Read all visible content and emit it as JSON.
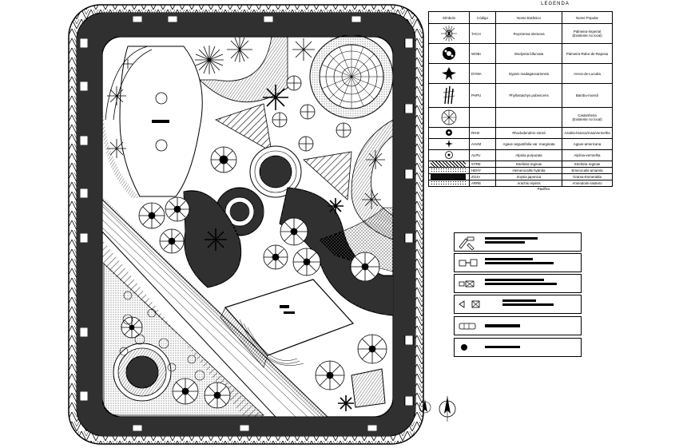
{
  "legend": {
    "title": "LEGENDA",
    "headers": {
      "symbol": "Símbolo",
      "code": "Código",
      "botanical": "Nome Botânico",
      "popular": "Nome Popular"
    },
    "rows": [
      {
        "code": "TACH",
        "botanical": "Roystonea oleracea",
        "popular": [
          "Palmeira-imperial",
          "(Existente no local)"
        ],
        "icon": "palm-star-icon"
      },
      {
        "code": "WOBI",
        "botanical": "Wodyetia bifurcata",
        "popular": [
          "Palmeira-Rabo-de-Raposa"
        ],
        "icon": "palm-cluster-icon"
      },
      {
        "code": "DYMA",
        "botanical": "Dypsis madagascariensis",
        "popular": [
          "Areca-de-Lucuba"
        ],
        "icon": "palm-leaf-icon"
      },
      {
        "code": "PHPU",
        "botanical": "Phyllostachys pubescens",
        "popular": [
          "Bambu-mossô"
        ],
        "icon": "bamboo-icon"
      },
      {
        "code": "",
        "botanical": "",
        "popular": [
          "Castanheira",
          "(Existente no local)"
        ],
        "icon": "tree-spoke-icon"
      },
      {
        "code": "RHSI",
        "botanical": "Rhododendron simsii",
        "popular": [
          "Azaléa-branca/rosa/vermelha"
        ],
        "icon": "shrub-icon"
      },
      {
        "code": "AAVM",
        "botanical": "Agave angustifolia var. marginata",
        "popular": [
          "Agave-americana"
        ],
        "icon": "agave-icon"
      },
      {
        "code": "ALPU",
        "botanical": "Alpinia purpurata",
        "popular": [
          "Alpínia-vermelha"
        ],
        "icon": "alpinia-icon"
      },
      {
        "code": "STRE",
        "botanical": "Strelitzia reginae",
        "popular": [
          "Strelitzia reginae"
        ],
        "icon": ""
      },
      {
        "code": "HEHY",
        "botanical": "Hemerocallis hybrida",
        "popular": [
          "Emerocalis-amarela"
        ],
        "icon": ""
      },
      {
        "code": "ZOJA",
        "botanical": "Zoysia japonica",
        "popular": [
          "Grama-Esmeralda"
        ],
        "icon": ""
      },
      {
        "code": "ARRE",
        "botanical": "Arachis repens",
        "popular": [
          "Amendoim-rasteiro"
        ],
        "icon": ""
      }
    ],
    "footer_note": "Pavifleu"
  },
  "colors": {
    "ink": "#000000",
    "paper": "#ffffff",
    "hatch": "#000000"
  }
}
